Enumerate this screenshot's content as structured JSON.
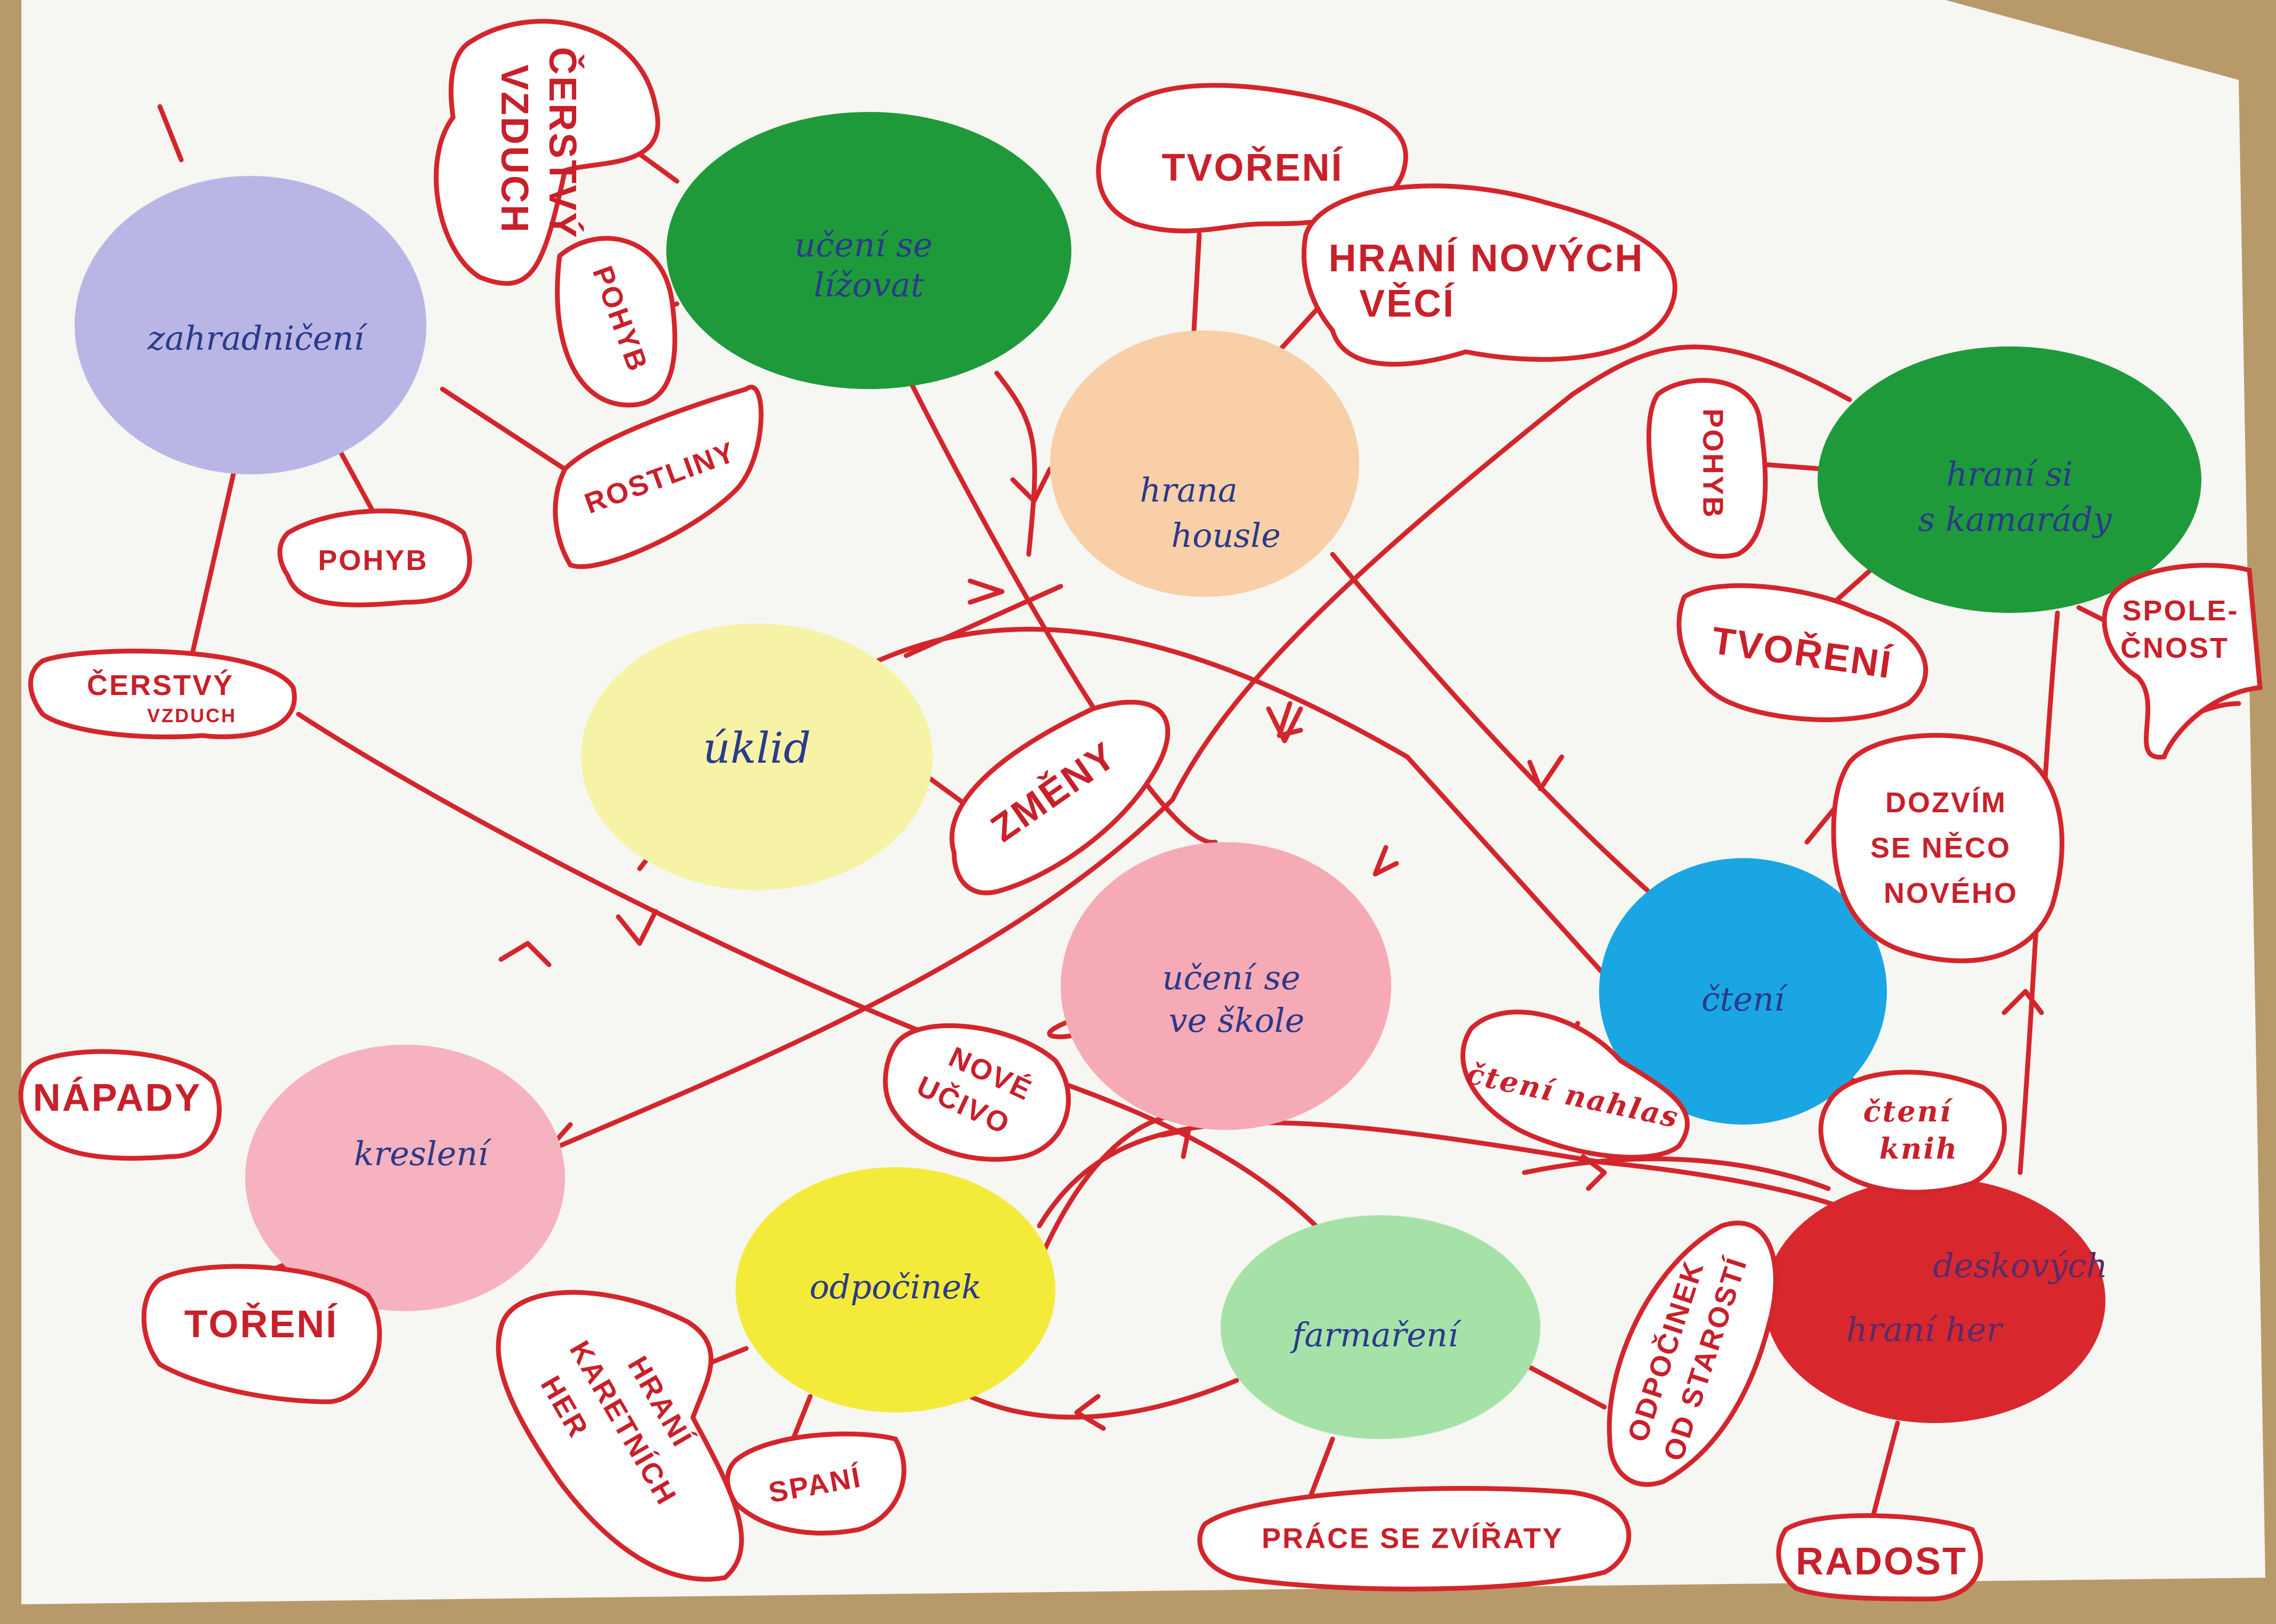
{
  "colors": {
    "line": "#d3262c",
    "label_text": "#c8202a",
    "node_text": "#2b3a8a",
    "paper": "#f6f6f2",
    "table": "#b89a6a"
  },
  "nodes": [
    {
      "id": "zahradniceni",
      "text": "zahradničení",
      "color": "#b9b6e6"
    },
    {
      "id": "uceni_lizovat",
      "text": [
        "učení se",
        "lížovat"
      ],
      "color": "#1e9a3a"
    },
    {
      "id": "hrana_housle",
      "text": [
        "hrana",
        "housle"
      ],
      "color": "#f8cfa6"
    },
    {
      "id": "hrani_kamarady",
      "text": [
        "hraní si",
        "s kamarády"
      ],
      "color": "#1e9a3a"
    },
    {
      "id": "uklid",
      "text": "úklid",
      "color": "#f6f3a6"
    },
    {
      "id": "uceni_skole",
      "text": [
        "učení se",
        "ve škole"
      ],
      "color": "#f6aab6"
    },
    {
      "id": "cteni",
      "text": "čtení",
      "color": "#1aa6e2"
    },
    {
      "id": "kresleni",
      "text": "kreslení",
      "color": "#f6b2be"
    },
    {
      "id": "odpocinek",
      "text": "odpočinek",
      "color": "#f4ea3a"
    },
    {
      "id": "farmareni",
      "text": "farmaření",
      "color": "#a6e2a8"
    },
    {
      "id": "hrani_her",
      "text": [
        "deskových",
        "hraní her"
      ],
      "color": "#d8282e"
    }
  ],
  "labels": [
    {
      "id": "cerstvy_vzduch_top",
      "text": [
        "ČERSTVÝ",
        "VZDUCH"
      ]
    },
    {
      "id": "pohyb_1",
      "text": "POHYB"
    },
    {
      "id": "rostliny",
      "text": "ROSTLINY"
    },
    {
      "id": "pohyb_2",
      "text": "POHYB"
    },
    {
      "id": "cerstvy_vzduch_left",
      "text": [
        "ČERSTVÝ",
        "VZDUCH"
      ]
    },
    {
      "id": "tvoreni_top",
      "text": "TVOŘENÍ"
    },
    {
      "id": "hrani_novych_veci",
      "text": [
        "HRANÍ NOVÝCH",
        "VĚCÍ"
      ]
    },
    {
      "id": "pohyb_3",
      "text": "POHYB"
    },
    {
      "id": "tvoreni_right",
      "text": "TVOŘENÍ"
    },
    {
      "id": "spolecnost",
      "text": [
        "SPOLE-",
        "ČNOST"
      ]
    },
    {
      "id": "zmeny",
      "text": "ZMĚNY"
    },
    {
      "id": "dozvim_se",
      "text": [
        "DOZVÍM",
        "SE NĚCO",
        "NOVÉHO"
      ]
    },
    {
      "id": "napady",
      "text": "NÁPADY"
    },
    {
      "id": "nove_ucivo",
      "text": [
        "NOVÉ",
        "UČIVO"
      ]
    },
    {
      "id": "cteni_nahlas",
      "text": "čtení nahlas"
    },
    {
      "id": "cteni_knih",
      "text": [
        "čtení",
        "knih"
      ]
    },
    {
      "id": "toreni",
      "text": "TOŘENÍ"
    },
    {
      "id": "hrani_karetnich_her",
      "text": [
        "HRANÍ",
        "KARETNÍCH",
        "HER"
      ]
    },
    {
      "id": "spani",
      "text": "SPANÍ"
    },
    {
      "id": "prace_se_zviraty",
      "text": "PRÁCE SE ZVÍŘATY"
    },
    {
      "id": "odpocinek_od_starosti",
      "text": [
        "ODPOČINEK",
        "OD STAROSTÍ"
      ]
    },
    {
      "id": "radost",
      "text": "RADOST"
    }
  ]
}
